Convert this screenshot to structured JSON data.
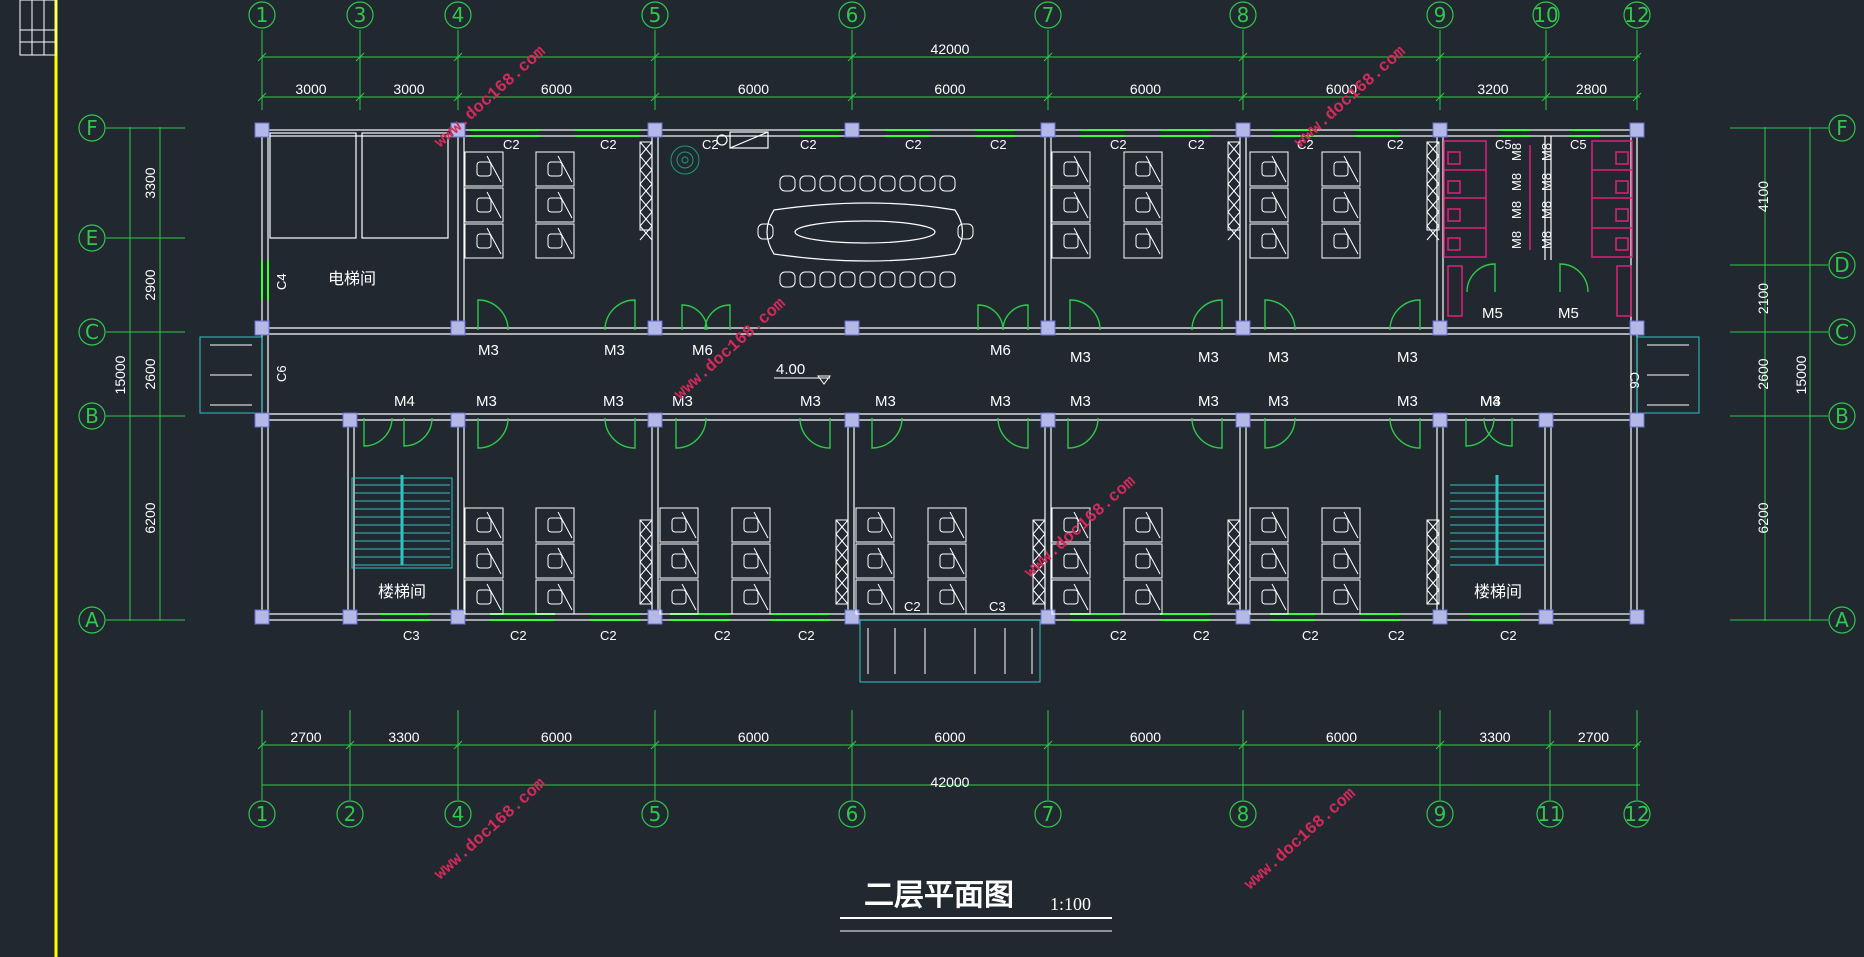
{
  "drawing": {
    "title": "二层平面图",
    "scale": "1:100",
    "elevation": "4.00",
    "watermark": "www.doc168.com"
  },
  "axes": {
    "top": [
      "1",
      "3",
      "4",
      "5",
      "6",
      "7",
      "8",
      "9",
      "10",
      "12"
    ],
    "bottom": [
      "1",
      "2",
      "4",
      "5",
      "6",
      "7",
      "8",
      "9",
      "11",
      "12"
    ],
    "left": [
      "F",
      "E",
      "C",
      "B",
      "A"
    ],
    "right": [
      "F",
      "D",
      "C",
      "B",
      "A"
    ]
  },
  "dimensions": {
    "top_total": "42000",
    "top_segments": [
      "3000",
      "3000",
      "6000",
      "6000",
      "6000",
      "6000",
      "6000",
      "3200",
      "2800"
    ],
    "bottom_total": "42000",
    "bottom_segments": [
      "2700",
      "3300",
      "6000",
      "6000",
      "6000",
      "6000",
      "6000",
      "3300",
      "2700"
    ],
    "left_total": "15000",
    "left_segments": [
      "3300",
      "2900",
      "2600",
      "6200"
    ],
    "right_total": "15000",
    "right_segments": [
      "4100",
      "2100",
      "2600",
      "6200"
    ]
  },
  "rooms": {
    "elevator_room": "电梯间",
    "stair_room": "楼梯间"
  },
  "windows": {
    "top": [
      "C2",
      "C2",
      "C2",
      "C2",
      "C2",
      "C2",
      "C2",
      "C2",
      "C2",
      "C2",
      "C5",
      "C5"
    ],
    "bottom": [
      "C3",
      "C2",
      "C2",
      "C2",
      "C2",
      "C2",
      "C2",
      "C2",
      "C2",
      "C2",
      "C2",
      "C3"
    ],
    "left": [
      "C4",
      "C6"
    ],
    "right": [
      "C6"
    ]
  },
  "doors": {
    "corridor_north": [
      "M3",
      "M3",
      "M6",
      "M6",
      "M3",
      "M3",
      "M3",
      "M3"
    ],
    "corridor_south": [
      "M4",
      "M3",
      "M3",
      "M3",
      "M3",
      "M3",
      "M3",
      "M3",
      "M3",
      "M3",
      "M3",
      "M3",
      "M4"
    ],
    "toilets": [
      "M5",
      "M5"
    ],
    "stalls": [
      "M8",
      "M8",
      "M8",
      "M8",
      "M8",
      "M8",
      "M8",
      "M8"
    ]
  },
  "colors": {
    "background": "#212830",
    "walls": "#ffffff",
    "dimension_lines": "#2fc84a",
    "windows": "#3cff3c",
    "doors": "#2fc84a",
    "columns": "#b4b8e6",
    "toilet": "#e0207a",
    "stairs": "#2fc4c4",
    "watermark": "#d22a5a",
    "frame_line": "#ffff00"
  }
}
